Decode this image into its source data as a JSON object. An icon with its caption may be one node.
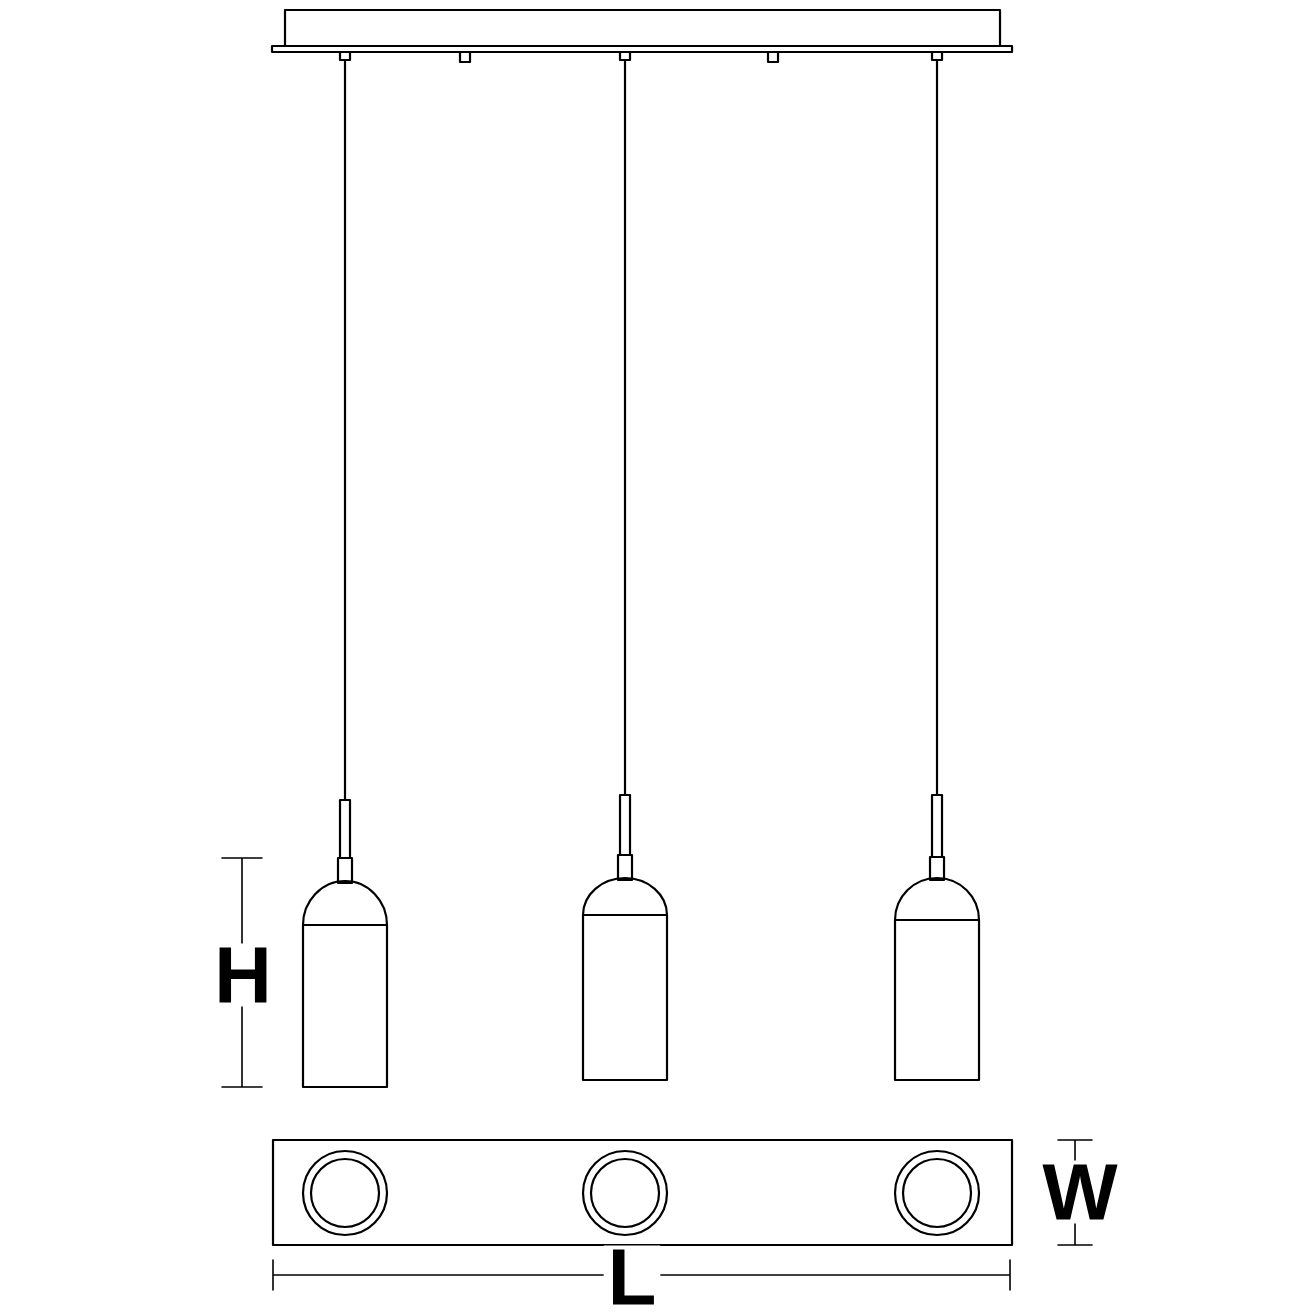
{
  "diagram": {
    "labels": [
      "H",
      "W",
      "L"
    ]
  }
}
